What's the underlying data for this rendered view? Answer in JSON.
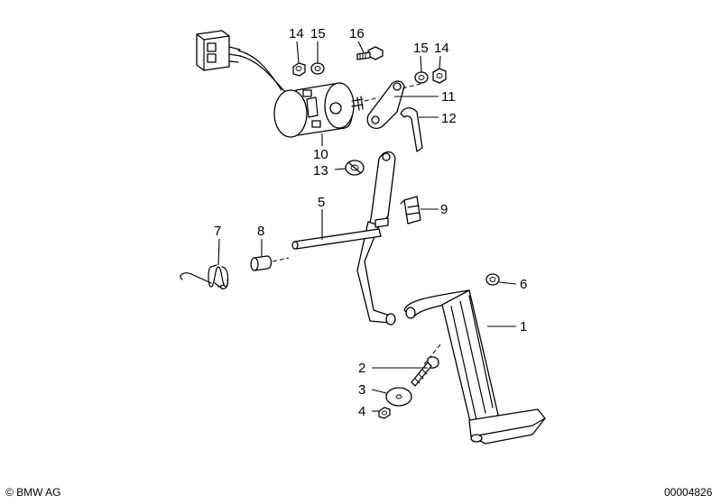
{
  "callouts": [
    {
      "id": "c1",
      "text": "1"
    },
    {
      "id": "c2",
      "text": "2"
    },
    {
      "id": "c3",
      "text": "3"
    },
    {
      "id": "c4",
      "text": "4"
    },
    {
      "id": "c5",
      "text": "5"
    },
    {
      "id": "c6",
      "text": "6"
    },
    {
      "id": "c7",
      "text": "7"
    },
    {
      "id": "c8",
      "text": "8"
    },
    {
      "id": "c9",
      "text": "9"
    },
    {
      "id": "c10",
      "text": "10"
    },
    {
      "id": "c11",
      "text": "11"
    },
    {
      "id": "c12",
      "text": "12"
    },
    {
      "id": "c13",
      "text": "13"
    },
    {
      "id": "c14a",
      "text": "14"
    },
    {
      "id": "c15a",
      "text": "15"
    },
    {
      "id": "c16",
      "text": "16"
    },
    {
      "id": "c15b",
      "text": "15"
    },
    {
      "id": "c14b",
      "text": "14"
    }
  ],
  "footer": {
    "copyright": "© BMW AG",
    "drawing_number": "00004826"
  }
}
